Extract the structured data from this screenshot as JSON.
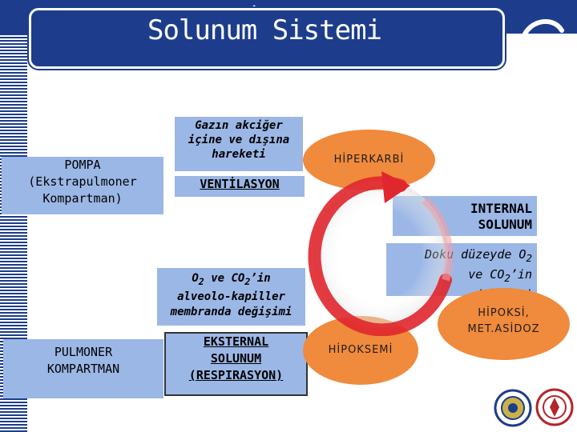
{
  "title": "Solunum Sistemi",
  "pompa": {
    "label": "POMPA\n(Ekstrapulmoner\nKompartman)"
  },
  "pulmoner": {
    "label": "PULMONER\nKOMPARTMAN"
  },
  "gaz": {
    "label": "Gazın akciğer\niçine ve dışına\nhareketi"
  },
  "ventilasyon": {
    "label": "VENTİLASYON"
  },
  "external": {
    "label": "EKSTERNAL\nSOLUNUM\n(RESPIRASYON)"
  },
  "exchange": {
    "label_a": "O",
    "sub_a": "2",
    "label_b": " ve CO",
    "sub_b": "2",
    "label_c": "’in\nalveolo-kapiller\nmembranda değişimi"
  },
  "internal": {
    "label": "INTERNAL\nSOLUNUM"
  },
  "doku": {
    "label_a": "Doku düzeyde O",
    "sub_a": "2",
    "label_b": "ve CO",
    "sub_b": "2",
    "label_c": "’in\ndeğişimi"
  },
  "hiperkarbi": {
    "label": "HİPERKARBİ"
  },
  "hipoksi": {
    "label": "HİPOKSİ,\nMET.ASİDOZ"
  },
  "hipoksemi": {
    "label": "HİPOKSEMİ"
  },
  "colors": {
    "brand": "#1d3d8c",
    "box": "#9bb7e6",
    "oval": "#f08a3c",
    "arrow": "#e0262e"
  },
  "icons": [
    "swirl-logo-icon",
    "university-seal-icon",
    "ornament-seal-icon",
    "cycle-arrow-icon"
  ]
}
